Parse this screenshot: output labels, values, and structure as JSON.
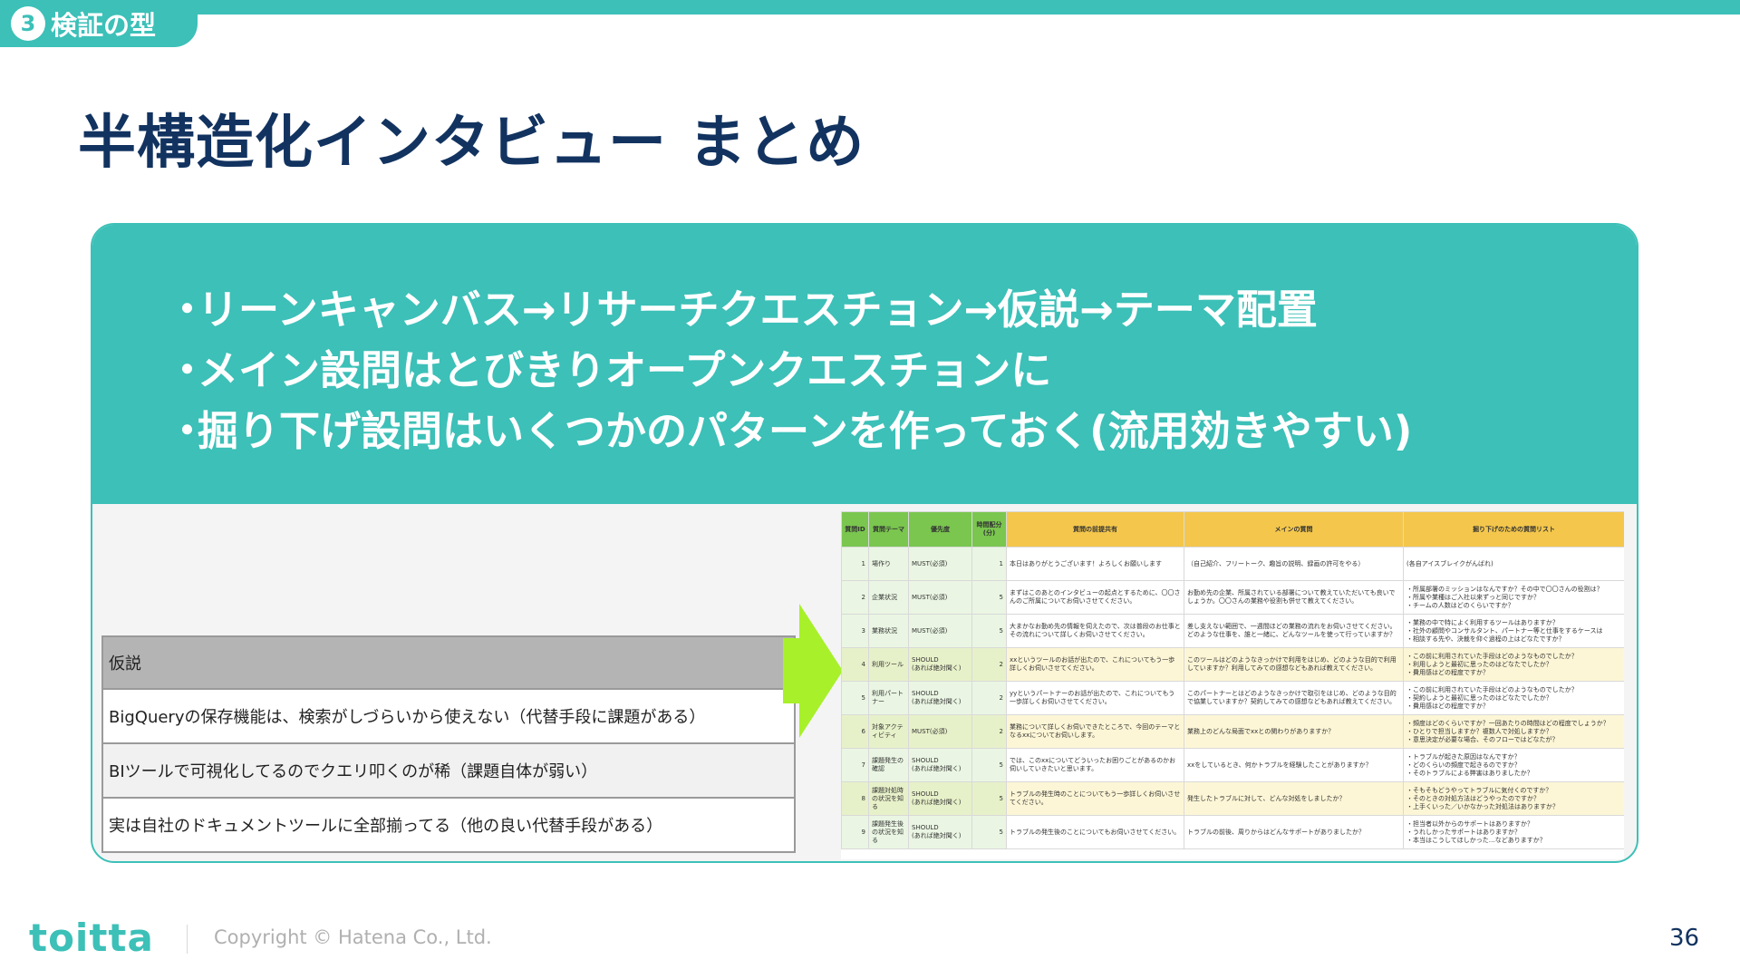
{
  "section": {
    "number": "3",
    "label": "検証の型"
  },
  "title": "半構造化インタビュー まとめ",
  "bullets": [
    "リーンキャンバス→リサーチクエスチョン→仮説→テーマ配置",
    "メイン設問はとびきりオープンクエスチョンに",
    "掘り下げ設問はいくつかのパターンを作っておく(流用効きやすい)"
  ],
  "hypothesis_table": {
    "header": "仮説",
    "rows": [
      "BigQueryの保存機能は、検索がしづらいから使えない（代替手段に課題がある）",
      "BIツールで可視化してるのでクエリ叩くのが稀（課題自体が弱い）",
      "実は自社のドキュメントツールに全部揃ってる（他の良い代替手段がある）"
    ]
  },
  "sheet": {
    "headers": [
      "質問ID",
      "質問テーマ",
      "優先度",
      "時間配分\n(分)",
      "質問の前提共有",
      "メインの質問",
      "掘り下げのための質問リスト"
    ],
    "rows": [
      [
        "1",
        "場作り",
        "MUST(必須)",
        "1",
        "本日はありがとうございます！よろしくお願いします",
        "（自己紹介、フリートーク、趣旨の説明、録画の許可をやる）",
        "(各自アイスブレイクがんばれ)"
      ],
      [
        "2",
        "企業状況",
        "MUST(必須)",
        "5",
        "まずはこのあとのインタビューの起点とするために、〇〇さんのご所属についてお伺いさせてください。",
        "お勤め先の企業、所属されている部署について教えていただいても良いでしょうか。〇〇さんの業務や役割も併せて教えてください。",
        "・所属部署のミッションはなんですか？その中で〇〇さんの役割は？\n・所属や業種はご入社以来ずっと同じですか？\n・チームの人数はどのくらいですか？"
      ],
      [
        "3",
        "業務状況",
        "MUST(必須)",
        "5",
        "大まかなお勤め先の情報を伺えたので、次は普段のお仕事とその流れについて詳しくお伺いさせてください。",
        "差し支えない範囲で、一週間ほどの業務の流れをお伺いさせてください。どのような仕事を、誰と一緒に、どんなツールを使って行っていますか？",
        "・業務の中で特によく利用するツールはありますか？\n・社外の顧問やコンサルタント、パートナー等と仕事をするケースは\n・相談する先や、決裁を仰ぐ過程の上はどなたですか？"
      ],
      [
        "4",
        "利用ツール",
        "SHOULD\n(あれば絶対聞く)",
        "2",
        "xxというツールのお話が出たので、これについてもう一歩詳しくお伺いさせてください。",
        "このツールはどのようなきっかけで利用をはじめ、どのような目的で利用していますか？利用してみての感想などもあれば教えてください。",
        "・この前に利用されていた手段はどのようなものでしたか？\n・利用しようと最初に思ったのはどなたでしたか？\n・費用感はどの程度ですか？"
      ],
      [
        "5",
        "利用パートナー",
        "SHOULD\n(あれば絶対聞く)",
        "2",
        "yyというパートナーのお話が出たので、これについてもう一歩詳しくお伺いさせてください。",
        "このパートナーとはどのようなきっかけで取引をはじめ、どのような目的で協業していますか？契約してみての感想などもあれば教えてください。",
        "・この前に利用されていた手段はどのようなものでしたか？\n・契約しようと最初に思ったのはどなたでしたか？\n・費用感はどの程度ですか？"
      ],
      [
        "6",
        "対象アクティビティ",
        "MUST(必須)",
        "2",
        "業務について詳しくお伺いできたところで、今回のテーマとなるxxについてお伺いします。",
        "業務上のどんな局面でxxとの関わりがありますか？",
        "・頻度はどのくらいですか？一回あたりの時間はどの程度でしょうか？\n・ひとりで担当しますか？複数人で対処しますか？\n・意思決定が必要な場合、そのフローではどなたが？"
      ],
      [
        "7",
        "課題発生の確認",
        "SHOULD\n(あれば絶対聞く)",
        "5",
        "では、このxxについてどういったお困りごとがあるのかお伺いしていきたいと思います。",
        "xxをしているとき、何かトラブルを経験したことがありますか？",
        "・トラブルが起きた原因はなんですか？\n・どのくらいの頻度で起きるのですか？\n・そのトラブルによる弊害はありましたか？"
      ],
      [
        "8",
        "課題対処時の状況を知る",
        "SHOULD\n(あれば絶対聞く)",
        "5",
        "トラブルの発生時のことについてもう一歩詳しくお伺いさせてください。",
        "発生したトラブルに対して、どんな対処をしましたか？",
        "・そもそもどうやってトラブルに気付くのですか？\n・そのときの対処方法はどうやったのですか？\n・上手くいった／いかなかった対処法はありますか？"
      ],
      [
        "9",
        "課題発生後の状況を知る",
        "SHOULD\n(あれば絶対聞く)",
        "5",
        "トラブルの発生後のことについてもお伺いさせてください。",
        "トラブルの前後、周りからはどんなサポートがありましたか？",
        "・担当者以外からのサポートはありますか？\n・うれしかったサポートはありますか？\n・本当はこうしてほしかった…などありますか？"
      ]
    ],
    "highlight_rows": [
      4,
      6,
      8
    ],
    "colors": {
      "green": "#7ac64f",
      "yellow": "#f4c74c"
    }
  },
  "footer": {
    "logo": "toitta",
    "copyright": "Copyright © Hatena Co., Ltd.",
    "page": "36"
  },
  "colors": {
    "teal": "#3cc0b8",
    "navy": "#123360",
    "arrow": "#a8f02a"
  }
}
